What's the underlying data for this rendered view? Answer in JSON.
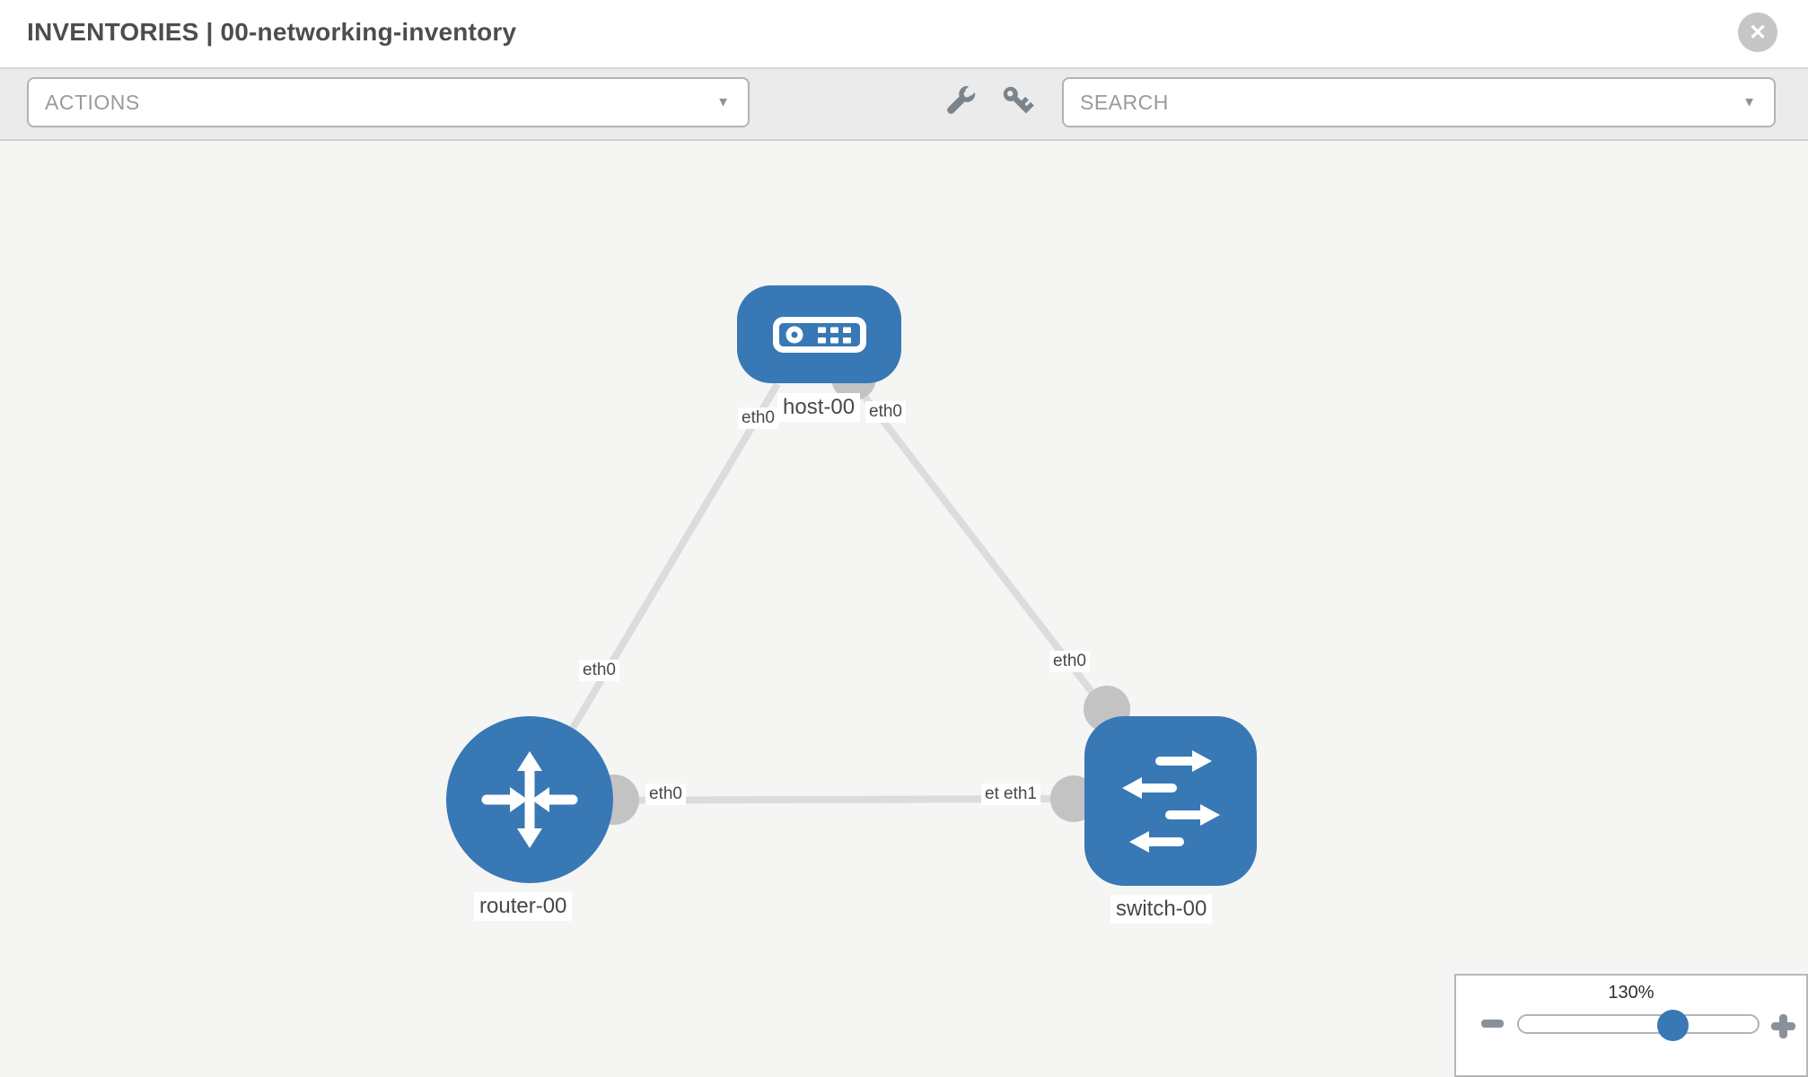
{
  "header": {
    "title": "INVENTORIES | 00-networking-inventory",
    "close_glyph": "✕"
  },
  "toolbar": {
    "actions_label": "ACTIONS",
    "search_label": "SEARCH",
    "caret_glyph": "▼"
  },
  "icons": {
    "close": "circle-x",
    "wrench": "wrench",
    "key": "key",
    "actions_caret": "chevron-down",
    "search_caret": "chevron-down",
    "host_node": "server",
    "router_node": "router-arrows",
    "switch_node": "switch-arrows"
  },
  "topology": {
    "nodes": [
      {
        "label": "host-00",
        "type": "host"
      },
      {
        "label": "router-00",
        "type": "router"
      },
      {
        "label": "switch-00",
        "type": "switch"
      }
    ],
    "links": [
      {
        "from": "host-00",
        "to": "router-00",
        "from_if": "eth0",
        "to_if": "eth0"
      },
      {
        "from": "host-00",
        "to": "switch-00",
        "from_if": "eth0",
        "to_if": "eth0"
      },
      {
        "from": "router-00",
        "to": "switch-00",
        "from_if": "eth0",
        "to_if": "eth1"
      }
    ],
    "interfaces": {
      "host_left": "eth0",
      "host_right": "eth0",
      "router_top": "eth0",
      "switch_top": "eth0",
      "middle_left": "eth0",
      "middle_right_under": "eth0",
      "middle_right_over": "eth1"
    }
  },
  "zoom_control": {
    "level": "130%"
  },
  "colors": {
    "node_blue": "#3878b5",
    "link_gray": "#dcdcdc",
    "endpoint_gray": "#c3c3c3",
    "canvas_bg": "#f5f5f4",
    "toolbar_bg": "#ebebeb",
    "muted_text": "#9a9a9a",
    "title_text": "#4d4d4d",
    "icon_gray": "#7b838c"
  }
}
